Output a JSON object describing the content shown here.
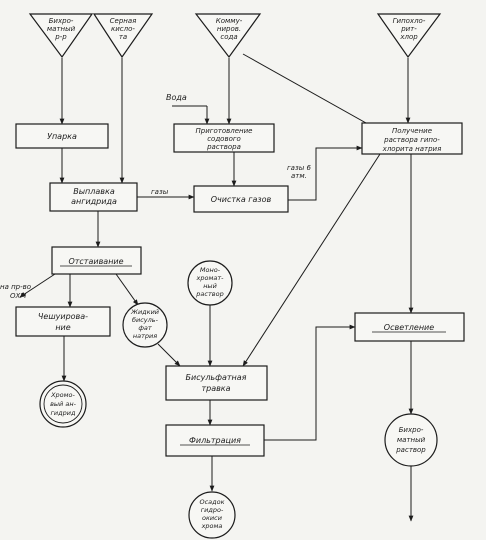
{
  "sources": {
    "bichromate": [
      "Бихро-",
      "матный",
      "р-р"
    ],
    "sulfuric_acid": [
      "Серная",
      "кисло-",
      "та"
    ],
    "commercial_soda": [
      "Комму-",
      "ниров.",
      "сода"
    ],
    "hypochlorite": [
      "Гипохло-",
      "рит-",
      "хлор"
    ]
  },
  "inputs": {
    "water": "Вода",
    "gases_6atm": [
      "газы 6",
      "атм."
    ],
    "gases": "газы",
    "to_oxm": [
      "на пр-во",
      "ОХМ"
    ]
  },
  "processes": {
    "evaporation": "Упарка",
    "soda_solution": [
      "Приготовление",
      "содового",
      "раствора"
    ],
    "hypochlorite_solution": [
      "Получение",
      "раствора гипо-",
      "хлорита натрия"
    ],
    "anhydride_melting": [
      "Выплавка",
      "ангидрида"
    ],
    "gas_cleaning": "Очистка газов",
    "settling": "Отстаивание",
    "flaking": [
      "Чешуирова-",
      "ние"
    ],
    "clarification": "Осветление",
    "bisulfate_etching": [
      "Бисульфатная",
      "травка"
    ],
    "filtration": "Фильтрация"
  },
  "products": {
    "sodium_bisulfate": [
      "Жидкий",
      "бисуль-",
      "фат",
      "натрия"
    ],
    "sodium_bichromate": [
      "Моно-",
      "хромат-",
      "ный",
      "раствор"
    ],
    "chromic_anhydride": [
      "Хромо-",
      "вый ан-",
      "гидрид"
    ],
    "bichromate_solution": [
      "Бихро-",
      "матный",
      "раствор"
    ],
    "chromium_sludge": [
      "Осадок",
      "гидро-",
      "окиси",
      "хрома"
    ]
  }
}
